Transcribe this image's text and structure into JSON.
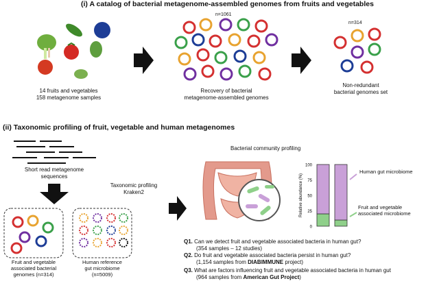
{
  "section1": {
    "title": "(i) A catalog of bacterial metagenome-assembled genomes from fruits and vegetables",
    "produce_caption_1": "14 fruits and vegetables",
    "produce_caption_2": "158 metagenome samples",
    "n_recovery": "n=1061",
    "recovery_caption_1": "Recovery of bacterial",
    "recovery_caption_2": "metagenome-assembled genomes",
    "n_nonredundant": "n=314",
    "nonredundant_caption_1": "Non-redundant",
    "nonredundant_caption_2": "bacterial genomes set"
  },
  "section2": {
    "title": "(ii) Taxonomic profiling of fruit, vegetable and human metagenomes",
    "short_reads_1": "Short read metagenome",
    "short_reads_2": "sequences",
    "taxonomic_1": "Taxonomic profiling",
    "taxonomic_2": "Kraken2",
    "community_title": "Bacterial community profiling",
    "fv_box_1": "Fruit and vegetable",
    "fv_box_2": "associated bacterial",
    "fv_box_3": "genomes (n=314)",
    "human_box_1": "Human reference",
    "human_box_2": "gut microbiome",
    "human_box_3": "(n=5009)",
    "legend_human": "Human gut microbiome",
    "legend_fv_1": "Fruit and vegetable",
    "legend_fv_2": "associated microbiome",
    "ylabel": "Relative abundance (%)",
    "yticks": [
      "100",
      "75",
      "50",
      "25",
      "0"
    ]
  },
  "chart_data": {
    "type": "bar",
    "stacked": true,
    "categories": [
      "",
      ""
    ],
    "series": [
      {
        "name": "Fruit and vegetable associated microbiome",
        "values": [
          20,
          10
        ],
        "color": "#8fd08a"
      },
      {
        "name": "Human gut microbiome",
        "values": [
          80,
          90
        ],
        "color": "#c9a0d8"
      }
    ],
    "ylabel": "Relative abundance (%)",
    "ylim": [
      0,
      100
    ]
  },
  "questions": {
    "q1_label": "Q1.",
    "q1_text": " Can we detect fruit and vegetable associated  bacteria in human gut?",
    "q1_sub": "(354 samples – 12 studies)",
    "q2_label": "Q2.",
    "q2_text": " Do fruit and vegetable associated bacteria persist in human gut?",
    "q2_sub_pre": "(1,154 samples from ",
    "q2_sub_bold": "DIABIMMUNE",
    "q2_sub_post": " project)",
    "q3_label": "Q3.",
    "q3_text": " What are factors influencing fruit and vegetable associated  bacteria in human gut",
    "q3_sub_pre": "(964 samples from ",
    "q3_sub_bold": "American Gut Project",
    "q3_sub_post": ")"
  }
}
